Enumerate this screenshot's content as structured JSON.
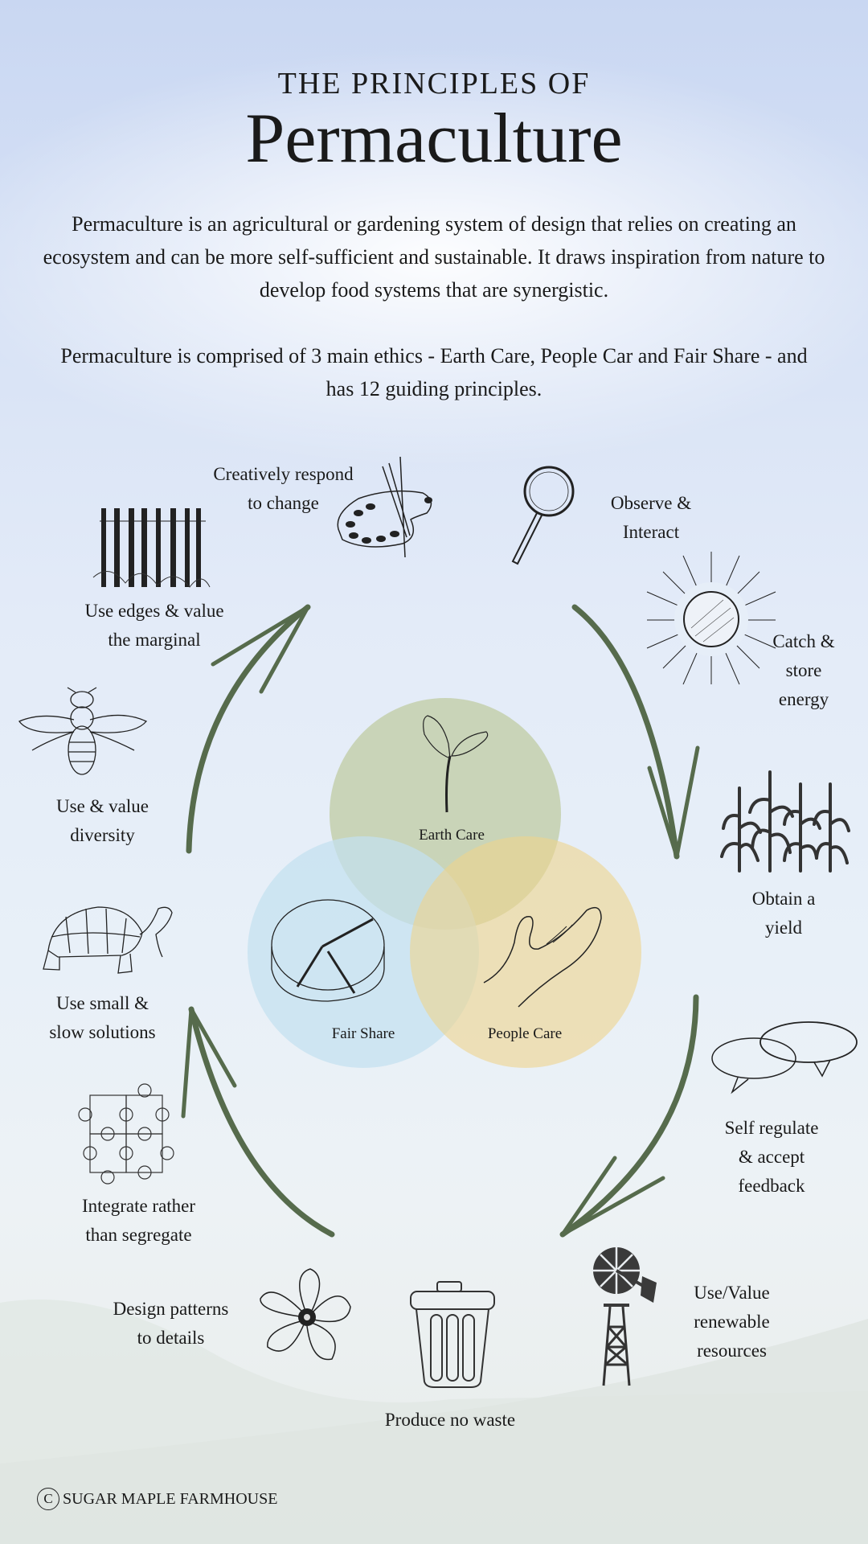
{
  "header": {
    "title_small": "THE PRINCIPLES OF",
    "title_big": "Permaculture"
  },
  "intro": {
    "paragraph1": "Permaculture is an agricultural or gardening system of design that relies on creating an ecosystem and can be more self-sufficient and sustainable. It draws inspiration from nature to develop food systems that are synergistic.",
    "paragraph2": "Permaculture is comprised of 3 main ethics - Earth Care, People Car and Fair Share - and has 12 guiding principles."
  },
  "ethics": [
    {
      "label": "Earth Care",
      "color": "#c5cfaa",
      "icon": "seedling-icon"
    },
    {
      "label": "Fair Share",
      "color": "#cde4f0",
      "icon": "pie-icon"
    },
    {
      "label": "People Care",
      "color": "#f0dda0",
      "icon": "hand-icon"
    }
  ],
  "principles": [
    {
      "line1": "Observe &",
      "line2": "Interact",
      "icon": "magnifying-glass-icon"
    },
    {
      "line1": "Catch &",
      "line2": "store",
      "line3": "energy",
      "icon": "sun-icon"
    },
    {
      "line1": "Obtain a",
      "line2": "yield",
      "icon": "corn-icon"
    },
    {
      "line1": "Self regulate",
      "line2": "& accept",
      "line3": "feedback",
      "icon": "speech-bubbles-icon"
    },
    {
      "line1": "Use/Value",
      "line2": "renewable",
      "line3": "resources",
      "icon": "windmill-icon"
    },
    {
      "line1": "Produce no waste",
      "icon": "trash-can-icon"
    },
    {
      "line1": "Design patterns",
      "line2": "to details",
      "icon": "flower-icon"
    },
    {
      "line1": "Integrate rather",
      "line2": "than segregate",
      "icon": "puzzle-icon"
    },
    {
      "line1": "Use small &",
      "line2": "slow solutions",
      "icon": "tortoise-icon"
    },
    {
      "line1": "Use & value",
      "line2": "diversity",
      "icon": "bee-icon"
    },
    {
      "line1": "Use edges & value",
      "line2": "the marginal",
      "icon": "fence-icon"
    },
    {
      "line1": "Creatively respond",
      "line2": "to change",
      "icon": "palette-icon"
    }
  ],
  "footer": {
    "copyright_symbol": "C",
    "brand": "SUGAR MAPLE FARMHOUSE"
  },
  "colors": {
    "arrow": "#566b4c",
    "ink": "#1a1a1a",
    "sky": "#c9d7f2"
  }
}
